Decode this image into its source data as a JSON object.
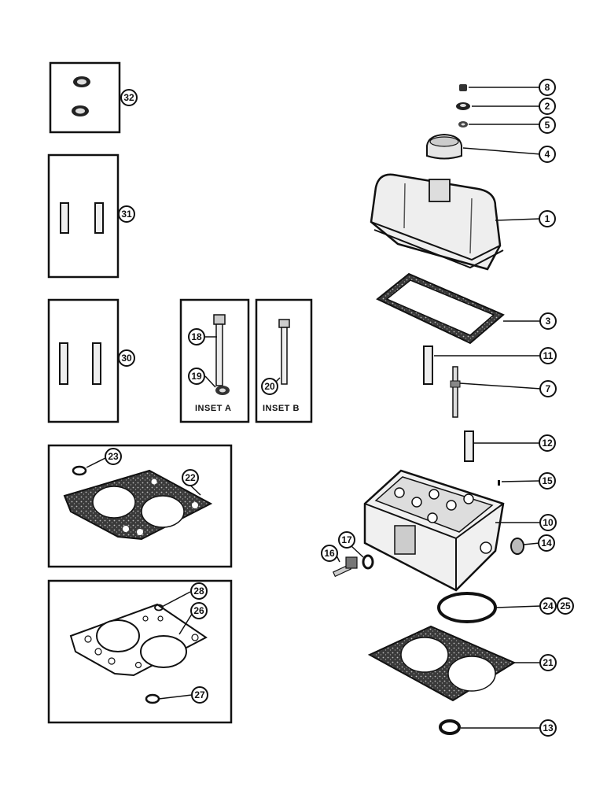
{
  "diagram": {
    "callouts": {
      "c1": "1",
      "c2": "2",
      "c3": "3",
      "c4": "4",
      "c5": "5",
      "c6": "8",
      "c7": "7",
      "c8": "10",
      "c9": "11",
      "c10": "12",
      "c11": "13",
      "c12": "14",
      "c13": "15",
      "c14": "16",
      "c15": "17",
      "c16": "18",
      "c17": "19",
      "c18": "20",
      "c19": "21",
      "c20": "22",
      "c21": "23",
      "c22": "24",
      "c23": "25",
      "c24": "26",
      "c25": "27",
      "c26": "28",
      "c27": "30",
      "c28": "31",
      "c29": "32"
    },
    "insets": {
      "a_label": "INSET A",
      "b_label": "INSET B"
    }
  }
}
